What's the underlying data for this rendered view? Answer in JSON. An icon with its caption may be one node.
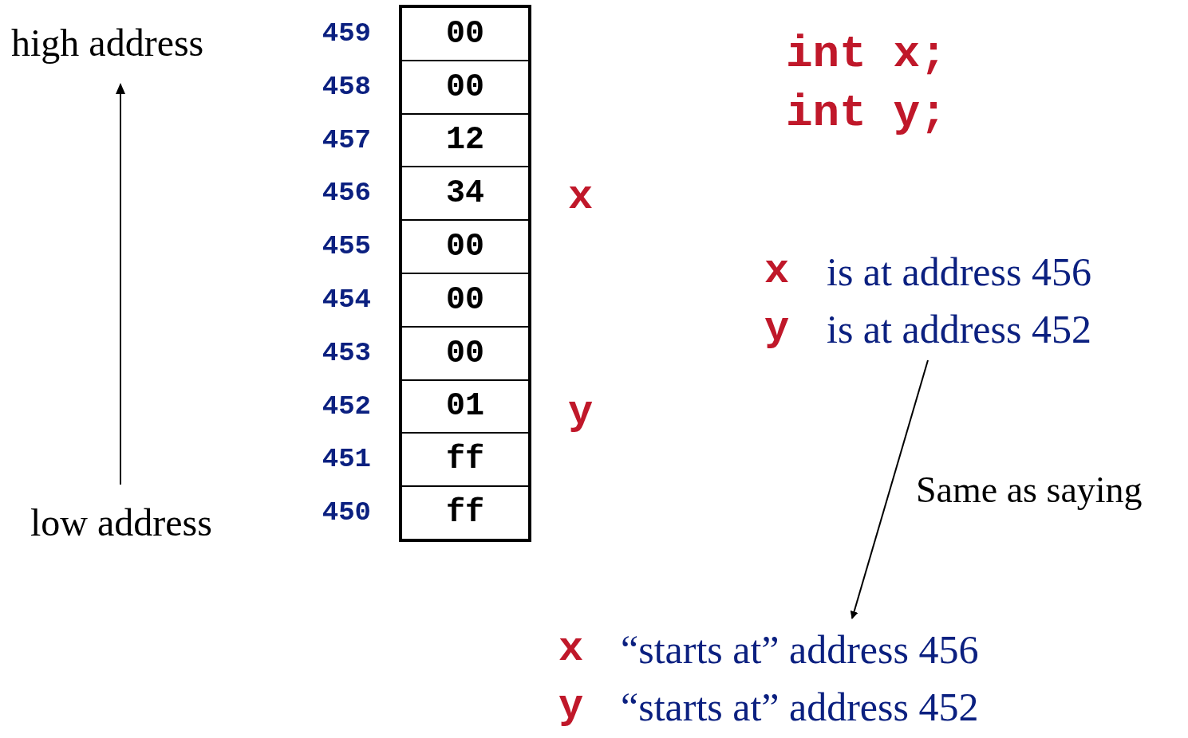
{
  "diagram": {
    "nodes": [
      {
        "text": [
          "00"
        ]
      },
      {
        "text": [
          "00"
        ]
      },
      {
        "text": [
          "12"
        ]
      },
      {
        "text": [
          "34"
        ]
      },
      {
        "text": [
          "00"
        ]
      },
      {
        "text": [
          "00"
        ]
      },
      {
        "text": [
          "00"
        ]
      },
      {
        "text": [
          "01"
        ]
      },
      {
        "text": [
          "ff"
        ]
      },
      {
        "text": [
          "ff"
        ]
      },
      {
        "text": [
          "x",
          "is at address 456",
          "y",
          "is at address 452"
        ]
      },
      {
        "text": [
          "x",
          "“starts at” address 456",
          "y",
          "“starts at” address 452"
        ]
      }
    ],
    "edges": [
      {
        "from": 10,
        "to": 11,
        "arrow": "to",
        "label": "Same as saying"
      }
    ],
    "labels": [
      "high address",
      "low address",
      "459",
      "458",
      "457",
      "456",
      "455",
      "454",
      "453",
      "452",
      "451",
      "450",
      "int x;",
      "int y;",
      "x",
      "y"
    ]
  }
}
